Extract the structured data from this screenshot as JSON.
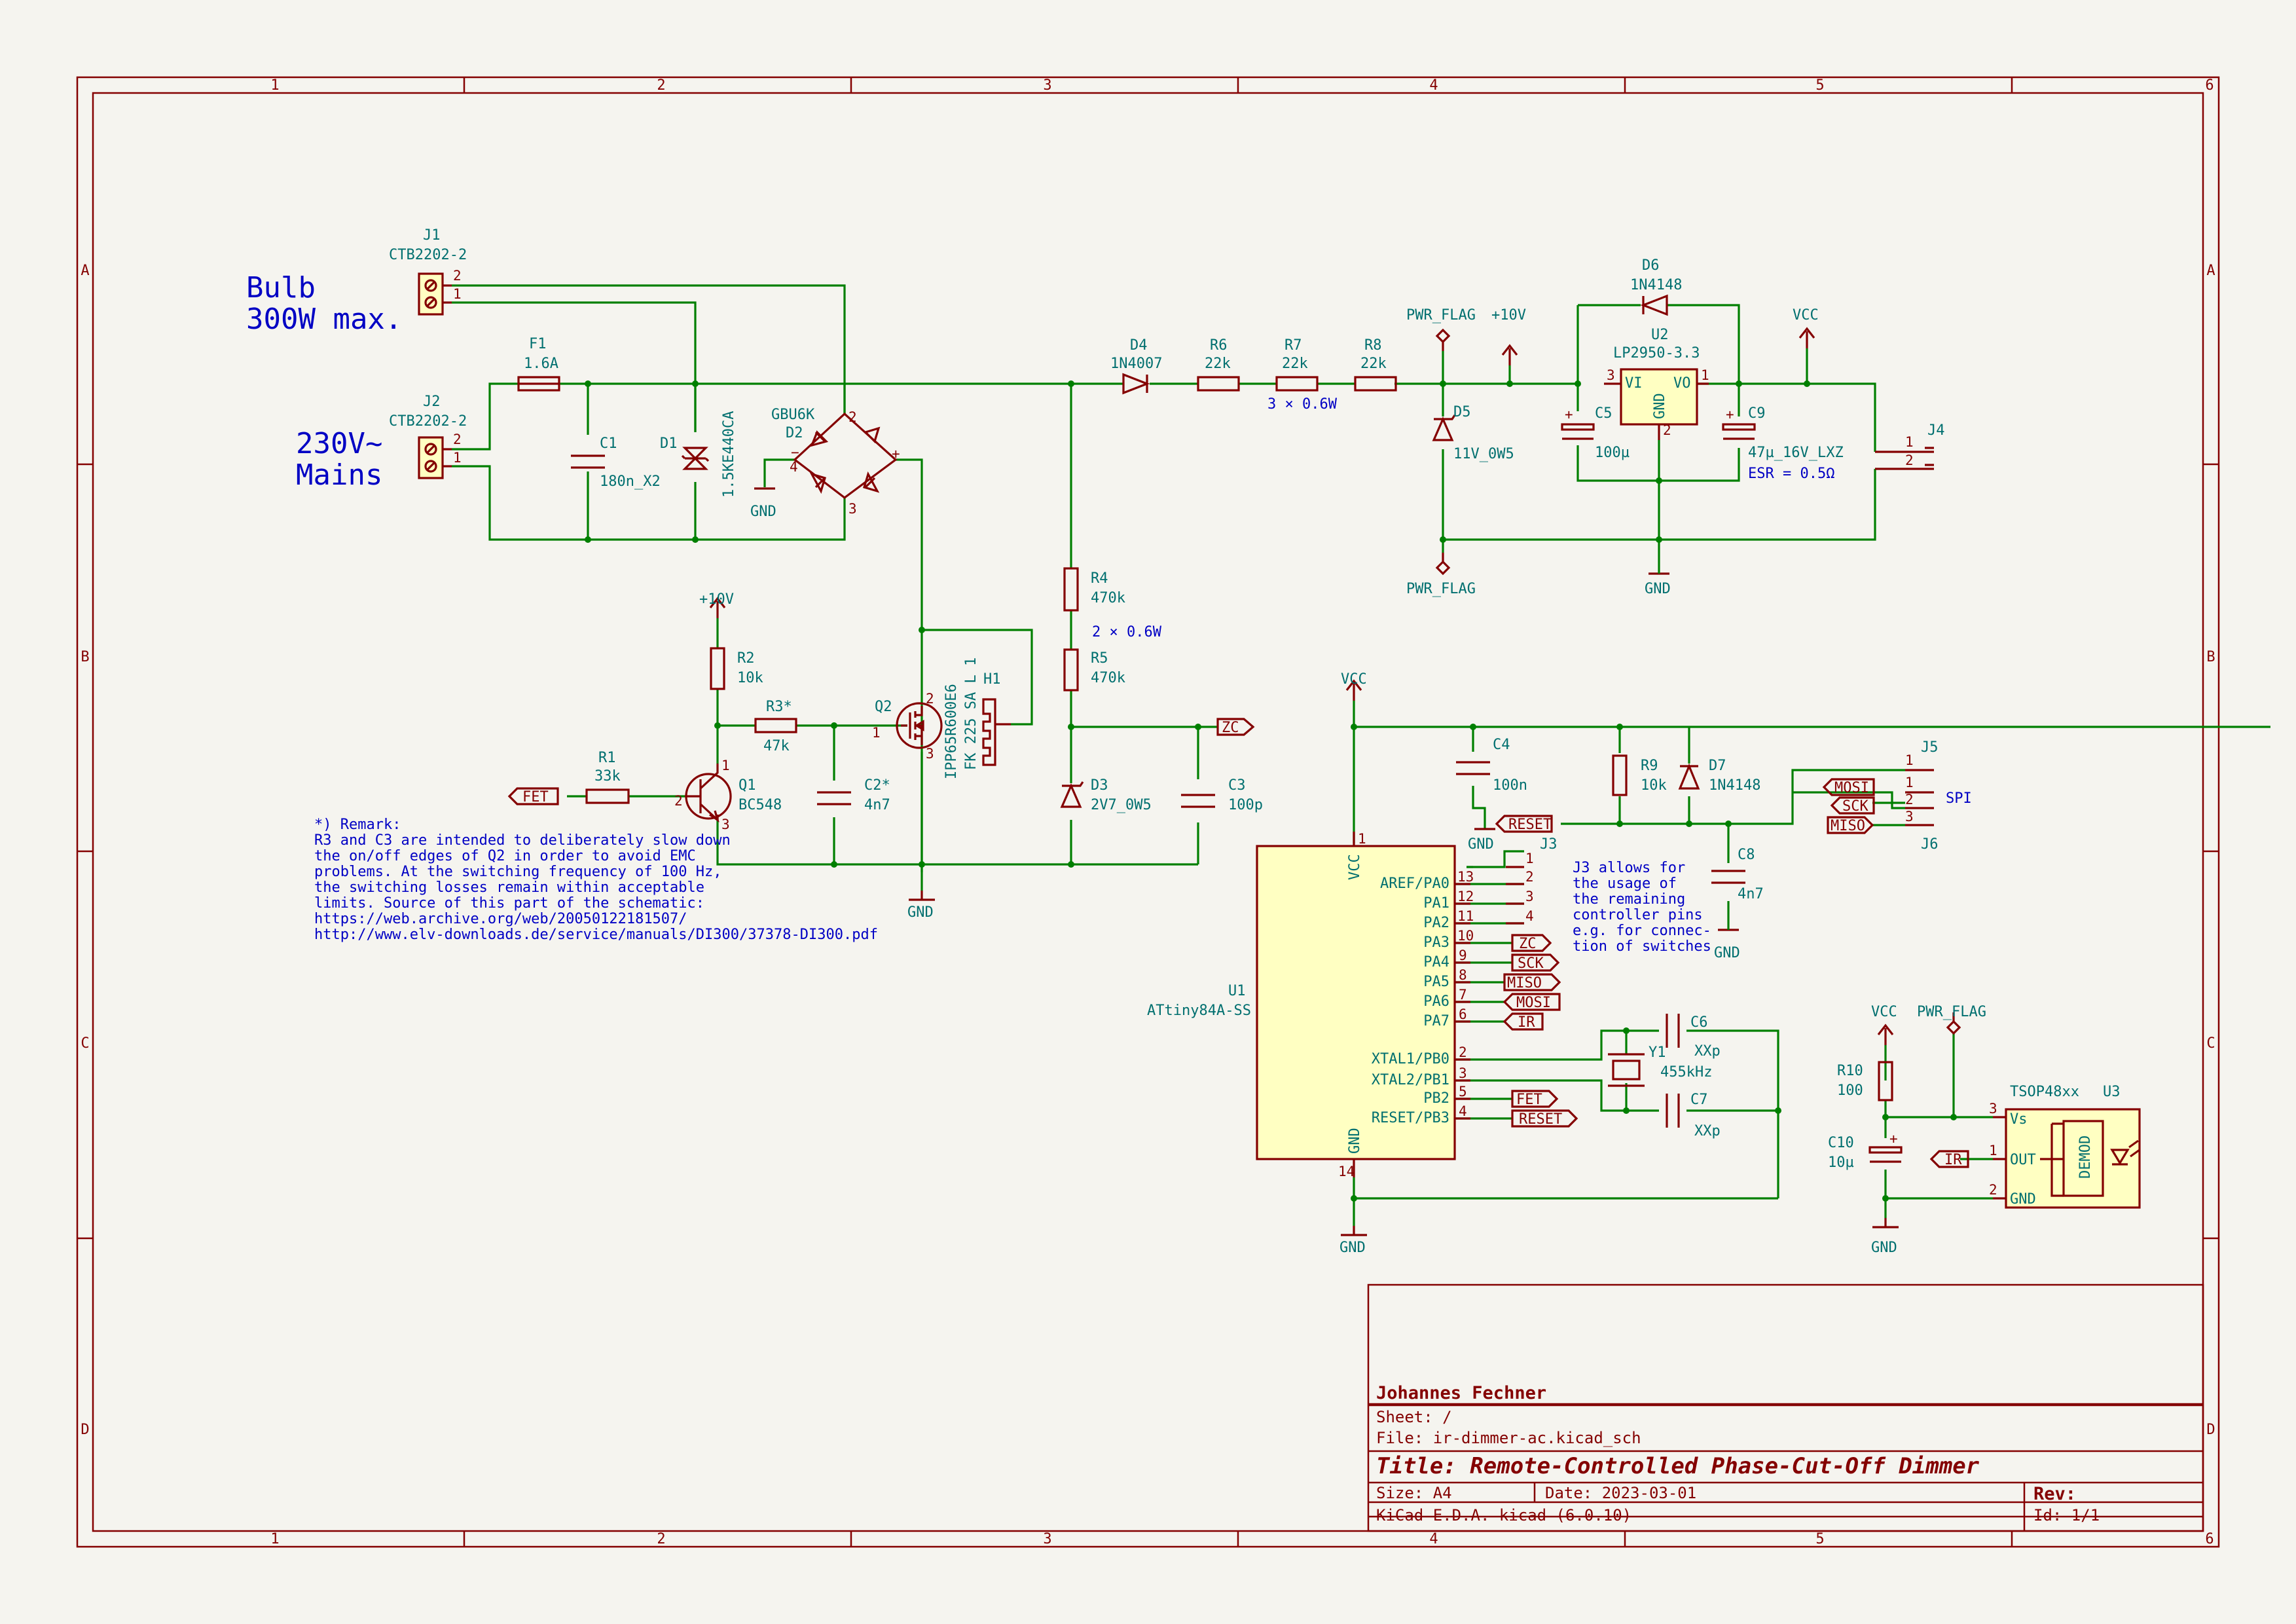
{
  "sheet": {
    "columns": [
      "1",
      "2",
      "3",
      "4",
      "5",
      "6"
    ],
    "rows": [
      "A",
      "B",
      "C",
      "D"
    ]
  },
  "notes": {
    "bulb": [
      "Bulb",
      "300W max."
    ],
    "mains": [
      "230V~",
      "Mains"
    ],
    "r7_power": "3 × 0.6W",
    "r4_power": "2 × 0.6W",
    "remark": [
      "*) Remark:",
      "R3 and C3 are intended to deliberately slow down",
      "the on/off edges of Q2 in order to avoid EMC",
      "problems. At the switching frequency of 100 Hz,",
      "the switching losses remain within acceptable",
      "limits. Source of this part of the schematic:",
      "https://web.archive.org/web/20050122181507/",
      "http://www.elv-downloads.de/service/manuals/DI300/37378-DI300.pdf"
    ],
    "j3": [
      "J3 allows for",
      "the usage of",
      "the remaining",
      "controller pins",
      "e.g. for connec-",
      "tion of switches"
    ],
    "c9_esr": "ESR = 0.5Ω",
    "spi": "SPI"
  },
  "components": {
    "J1": {
      "ref": "J1",
      "value": "CTB2202-2"
    },
    "J2": {
      "ref": "J2",
      "value": "CTB2202-2"
    },
    "F1": {
      "ref": "F1",
      "value": "1.6A"
    },
    "C1": {
      "ref": "C1",
      "value": "180n_X2"
    },
    "D1": {
      "ref": "D1",
      "value": "1.5KE440CA"
    },
    "D2": {
      "ref": "D2",
      "value": "GBU6K"
    },
    "D4": {
      "ref": "D4",
      "value": "1N4007"
    },
    "R6": {
      "ref": "R6",
      "value": "22k"
    },
    "R7": {
      "ref": "R7",
      "value": "22k"
    },
    "R8": {
      "ref": "R8",
      "value": "22k"
    },
    "D5": {
      "ref": "D5",
      "value": "11V_0W5"
    },
    "D6": {
      "ref": "D6",
      "value": "1N4148"
    },
    "U2": {
      "ref": "U2",
      "value": "LP2950-3.3"
    },
    "C5": {
      "ref": "C5",
      "value": "100µ"
    },
    "C9": {
      "ref": "C9",
      "value": "47µ_16V_LXZ"
    },
    "J4": {
      "ref": "J4",
      "value": ""
    },
    "R2": {
      "ref": "R2",
      "value": "10k"
    },
    "R3": {
      "ref": "R3*",
      "value": "47k"
    },
    "R1": {
      "ref": "R1",
      "value": "33k"
    },
    "Q1": {
      "ref": "Q1",
      "value": "BC548"
    },
    "C2": {
      "ref": "C2*",
      "value": "4n7"
    },
    "Q2": {
      "ref": "Q2",
      "value": "IPP65R600E6"
    },
    "H1": {
      "ref": "H1",
      "value": "FK 225 SA L 1"
    },
    "R4": {
      "ref": "R4",
      "value": "470k"
    },
    "R5": {
      "ref": "R5",
      "value": "470k"
    },
    "D3": {
      "ref": "D3",
      "value": "2V7_0W5"
    },
    "C3": {
      "ref": "C3",
      "value": "100p"
    },
    "C4": {
      "ref": "C4",
      "value": "100n"
    },
    "R9": {
      "ref": "R9",
      "value": "10k"
    },
    "D7": {
      "ref": "D7",
      "value": "1N4148"
    },
    "J5": {
      "ref": "J5",
      "value": ""
    },
    "J6": {
      "ref": "J6",
      "value": ""
    },
    "J3": {
      "ref": "J3",
      "value": ""
    },
    "C8": {
      "ref": "C8",
      "value": "4n7"
    },
    "U1": {
      "ref": "U1",
      "value": "ATtiny84A-SS"
    },
    "Y1": {
      "ref": "Y1",
      "value": "455kHz"
    },
    "C6": {
      "ref": "C6",
      "value": "XXp"
    },
    "C7": {
      "ref": "C7",
      "value": "XXp"
    },
    "R10": {
      "ref": "R10",
      "value": "100"
    },
    "C10": {
      "ref": "C10",
      "value": "10µ"
    },
    "U3": {
      "ref": "U3",
      "value": "TSOP48xx"
    }
  },
  "power": {
    "gnd": "GND",
    "vcc": "VCC",
    "v10": "+10V",
    "pwr_flag": "PWR_FLAG"
  },
  "u1_pins": {
    "vcc": "VCC",
    "gnd": "GND",
    "right": [
      "AREF/PA0",
      "PA1",
      "PA2",
      "PA3",
      "PA4",
      "PA5",
      "PA6",
      "PA7",
      "XTAL1/PB0",
      "XTAL2/PB1",
      "PB2",
      "RESET/PB3"
    ],
    "numbers": [
      "13",
      "12",
      "11",
      "10",
      "9",
      "8",
      "7",
      "6",
      "2",
      "3",
      "5",
      "4"
    ],
    "vcc_num": "1",
    "gnd_num": "14"
  },
  "u2_pins": {
    "vi": "VI",
    "vo": "VO",
    "gnd": "GND"
  },
  "u3_pins": {
    "vs": "Vs",
    "out": "OUT",
    "gnd": "GND",
    "demod": "DEMOD"
  },
  "labels": {
    "zc": "ZC",
    "sck": "SCK",
    "miso": "MISO",
    "mosi": "MOSI",
    "ir": "IR",
    "fet": "FET",
    "reset": "RESET"
  },
  "title_block": {
    "company": "Johannes Fechner",
    "sheet": "Sheet: /",
    "file": "File: ir-dimmer-ac.kicad_sch",
    "title": "Title: Remote-Controlled Phase-Cut-Off Dimmer",
    "size": "Size: A4",
    "date": "Date: 2023-03-01",
    "rev": "Rev:",
    "tool": "KiCad E.D.A.  kicad (6.0.10)",
    "id": "Id: 1/1"
  },
  "colors": {
    "wire": "#007f00",
    "body": "#840000",
    "fill": "#ffffc2",
    "text": "#006f6f",
    "note": "#0000c4",
    "background": "#f5f4ef"
  }
}
